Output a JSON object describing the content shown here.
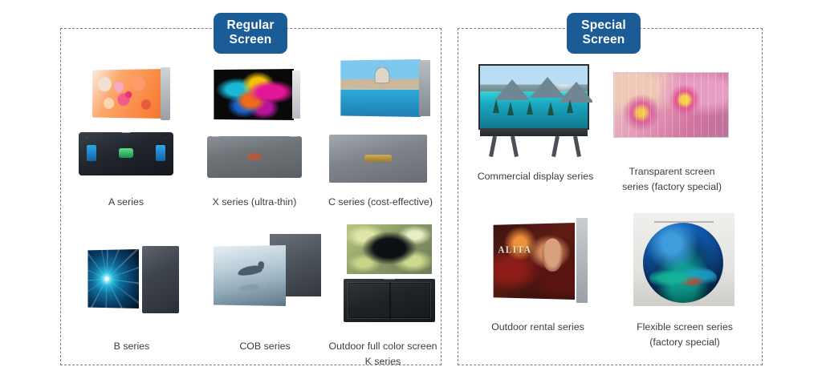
{
  "sections": {
    "regular": {
      "badge_line1": "Regular",
      "badge_line2": "Screen"
    },
    "special": {
      "badge_line1": "Special",
      "badge_line2": "Screen"
    }
  },
  "accent_color": "#1b5c97",
  "border_color": "#7a7a7a",
  "regular_products": [
    {
      "id": "a-series",
      "caption": "A series",
      "art": "orange bubble display panel above dark cabinet back with blue accents"
    },
    {
      "id": "x-series",
      "caption": "X series (ultra-thin)",
      "art": "colorful paint splash on black screen above flat grey cabinet"
    },
    {
      "id": "c-series",
      "caption": "C series (cost-effective)",
      "art": "Venice canal basilica scene above grey ribbed cabinet"
    },
    {
      "id": "b-series",
      "caption": "B series",
      "art": "cyan spiral vortex panel beside dark grey angled cabinet"
    },
    {
      "id": "cob-series",
      "caption": "COB series",
      "art": "whale on misty blue gradient with panel backs"
    },
    {
      "id": "k-series",
      "caption": "Outdoor full color screen\nK series",
      "art": "dark splash eye graphic above black outdoor cabinet"
    }
  ],
  "special_products": [
    {
      "id": "commercial-display",
      "caption": "Commercial display series",
      "art": "large display on floor stand showing turquoise mountain lake"
    },
    {
      "id": "transparent-screen",
      "caption": "Transparent screen\nseries (factory special)",
      "art": "pink water lilies behind transparent LED strips"
    },
    {
      "id": "outdoor-rental",
      "caption": "Outdoor rental series",
      "art": "ALITA movie poster on angled rental panel wall"
    },
    {
      "id": "flexible-screen",
      "caption": "Flexible screen series\n(factory special)",
      "art": "blue LED sphere showing underwater scene"
    }
  ]
}
